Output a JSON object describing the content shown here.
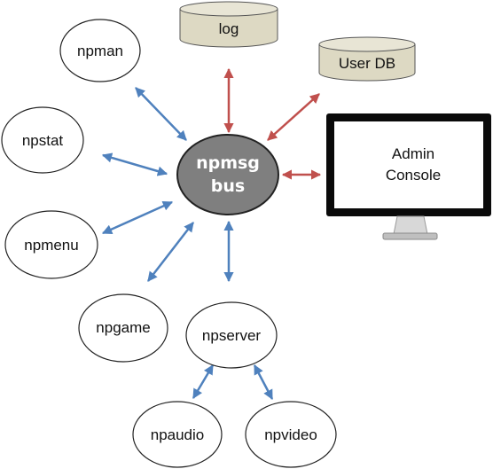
{
  "bus": {
    "line1": "npmsg",
    "line2": "bus",
    "fill": "#7f7f7f"
  },
  "databases": {
    "log": "log",
    "user_db": "User DB",
    "fill": "#ddd9c3"
  },
  "console": {
    "line1": "Admin",
    "line2": "Console"
  },
  "modules": {
    "npman": "npman",
    "npstat": "npstat",
    "npmenu": "npmenu",
    "npgame": "npgame",
    "npserver": "npserver",
    "npaudio": "npaudio",
    "npvideo": "npvideo"
  },
  "colors": {
    "module_arrow": "#4f81bd",
    "admin_arrow": "#c0504d"
  }
}
